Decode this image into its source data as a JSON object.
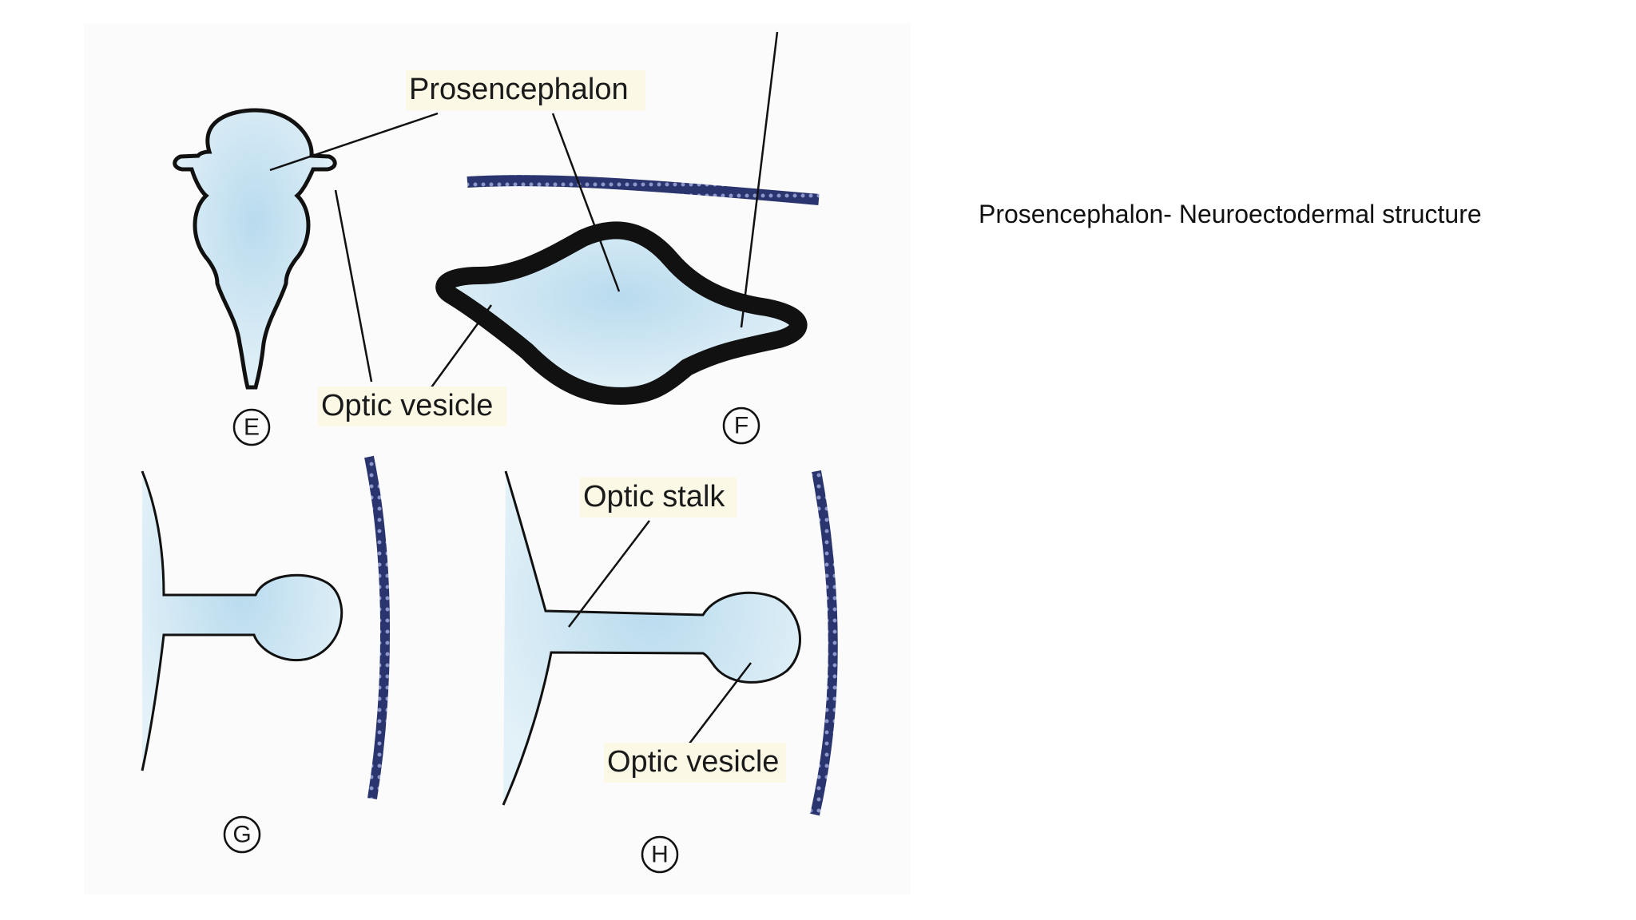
{
  "caption": "Prosencephalon- Neuroectodermal structure",
  "figure": {
    "labels": {
      "prosencephalon": "Prosencephalon",
      "optic_vesicle_top": "Optic vesicle",
      "optic_stalk": "Optic stalk",
      "optic_vesicle_bottom": "Optic vesicle"
    },
    "panels": {
      "e": "E",
      "f": "F",
      "g": "G",
      "h": "H"
    }
  },
  "colors": {
    "tissue_fill": "#c5e1ef",
    "outline": "#111111",
    "ectoderm": "#2a3570"
  }
}
